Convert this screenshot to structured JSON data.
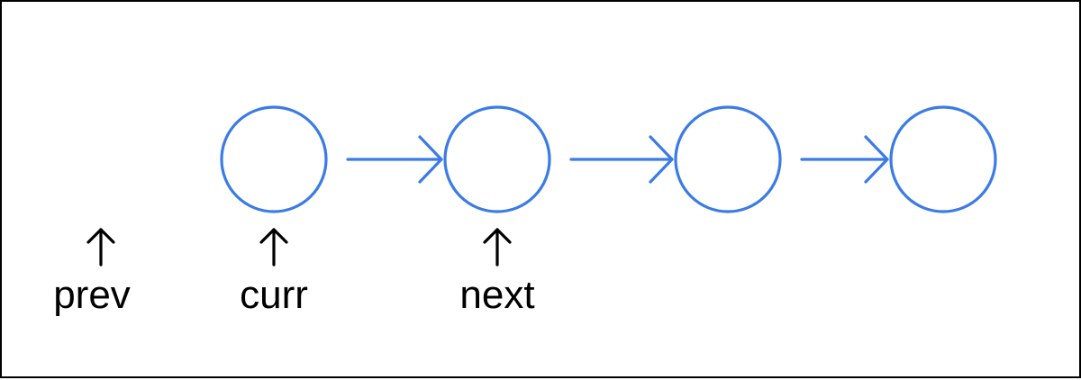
{
  "colors": {
    "node": "#3b7be6",
    "pointer": "#000000",
    "background": "#ffffff",
    "border": "#000000"
  },
  "nodes": [
    {
      "id": "node-1"
    },
    {
      "id": "node-2"
    },
    {
      "id": "node-3"
    },
    {
      "id": "node-4"
    }
  ],
  "links": [
    {
      "from": "node-1",
      "to": "node-2"
    },
    {
      "from": "node-2",
      "to": "node-3"
    },
    {
      "from": "node-3",
      "to": "node-4"
    }
  ],
  "pointers": [
    {
      "key": "prev",
      "label": "prev",
      "target": "before-head"
    },
    {
      "key": "curr",
      "label": "curr",
      "target": "node-1"
    },
    {
      "key": "next",
      "label": "next",
      "target": "node-2"
    }
  ]
}
